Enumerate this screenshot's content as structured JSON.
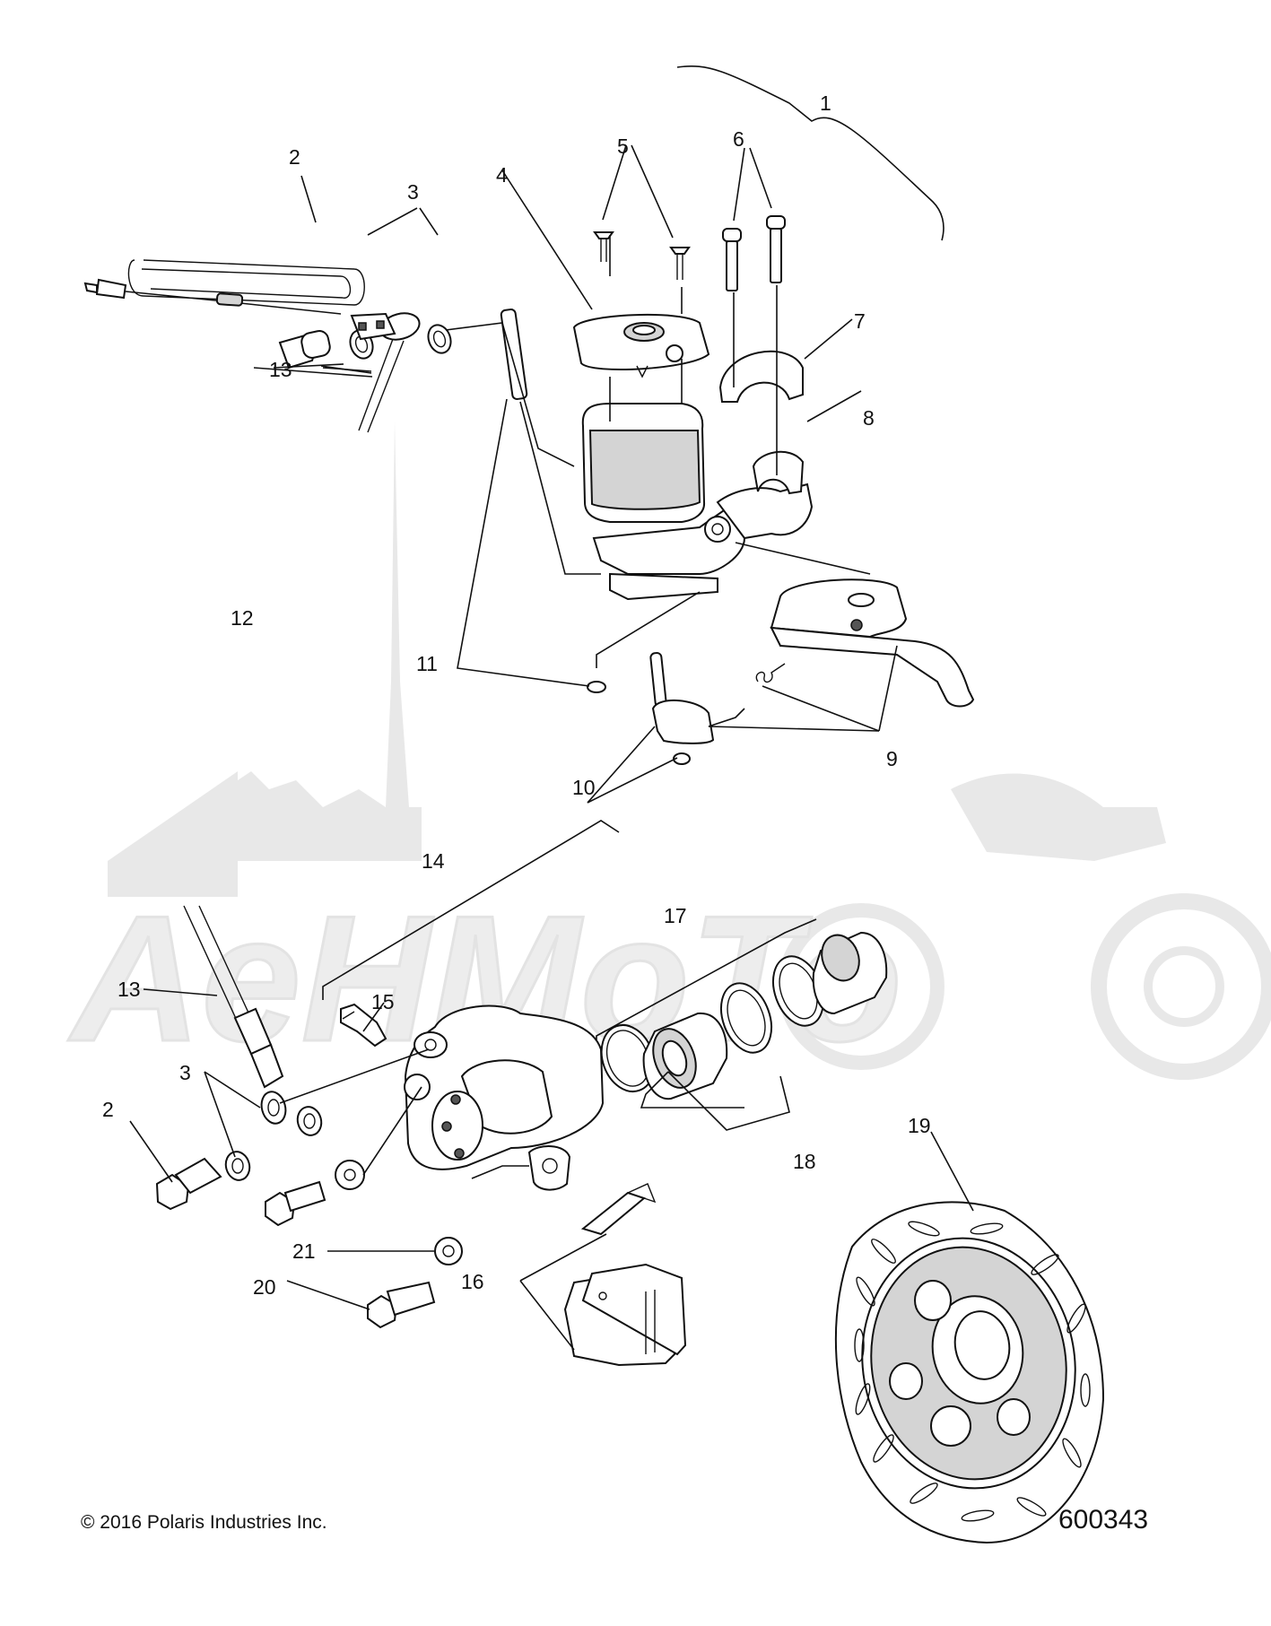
{
  "diagram": {
    "callouts": [
      "1",
      "2",
      "3",
      "4",
      "5",
      "6",
      "7",
      "8",
      "9",
      "10",
      "11",
      "12",
      "13",
      "14",
      "15",
      "16",
      "17",
      "18",
      "19",
      "20",
      "21"
    ],
    "callouts_lower": {
      "13": "13",
      "2": "2",
      "3": "3"
    }
  },
  "watermark": {
    "text": "AeHMoTo"
  },
  "footer": {
    "copyright": "© 2016 Polaris Industries Inc.",
    "drawing_number": "600343"
  }
}
